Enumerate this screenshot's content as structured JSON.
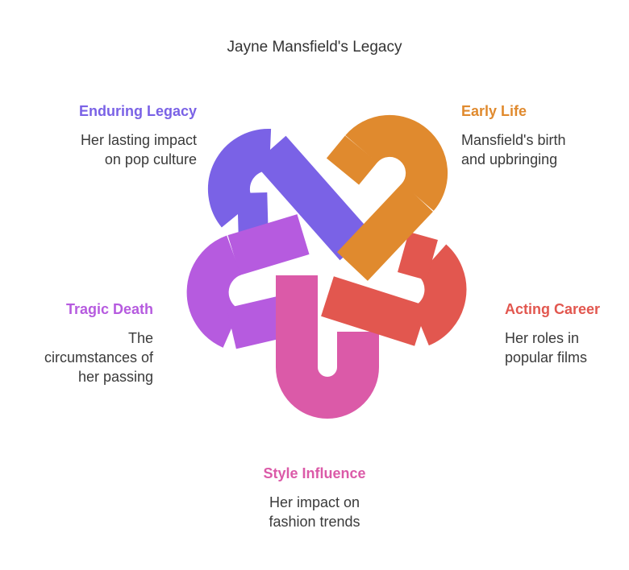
{
  "title": "Jayne Mansfield's Legacy",
  "segments": [
    {
      "id": "early-life",
      "label": "Early Life",
      "description_lines": [
        "Mansfield's birth",
        "and upbringing"
      ],
      "color": "#E08A2E"
    },
    {
      "id": "acting-career",
      "label": "Acting Career",
      "description_lines": [
        "Her roles in",
        "popular films"
      ],
      "color": "#E2574F"
    },
    {
      "id": "style-influence",
      "label": "Style Influence",
      "description_lines": [
        "Her impact on",
        "fashion trends"
      ],
      "color": "#DB5AA8"
    },
    {
      "id": "tragic-death",
      "label": "Tragic Death",
      "description_lines": [
        "The",
        "circumstances of",
        "her passing"
      ],
      "color": "#B65BDF"
    },
    {
      "id": "enduring-legacy",
      "label": "Enduring Legacy",
      "description_lines": [
        "Her lasting impact",
        "on pop culture"
      ],
      "color": "#7A62E6"
    }
  ]
}
